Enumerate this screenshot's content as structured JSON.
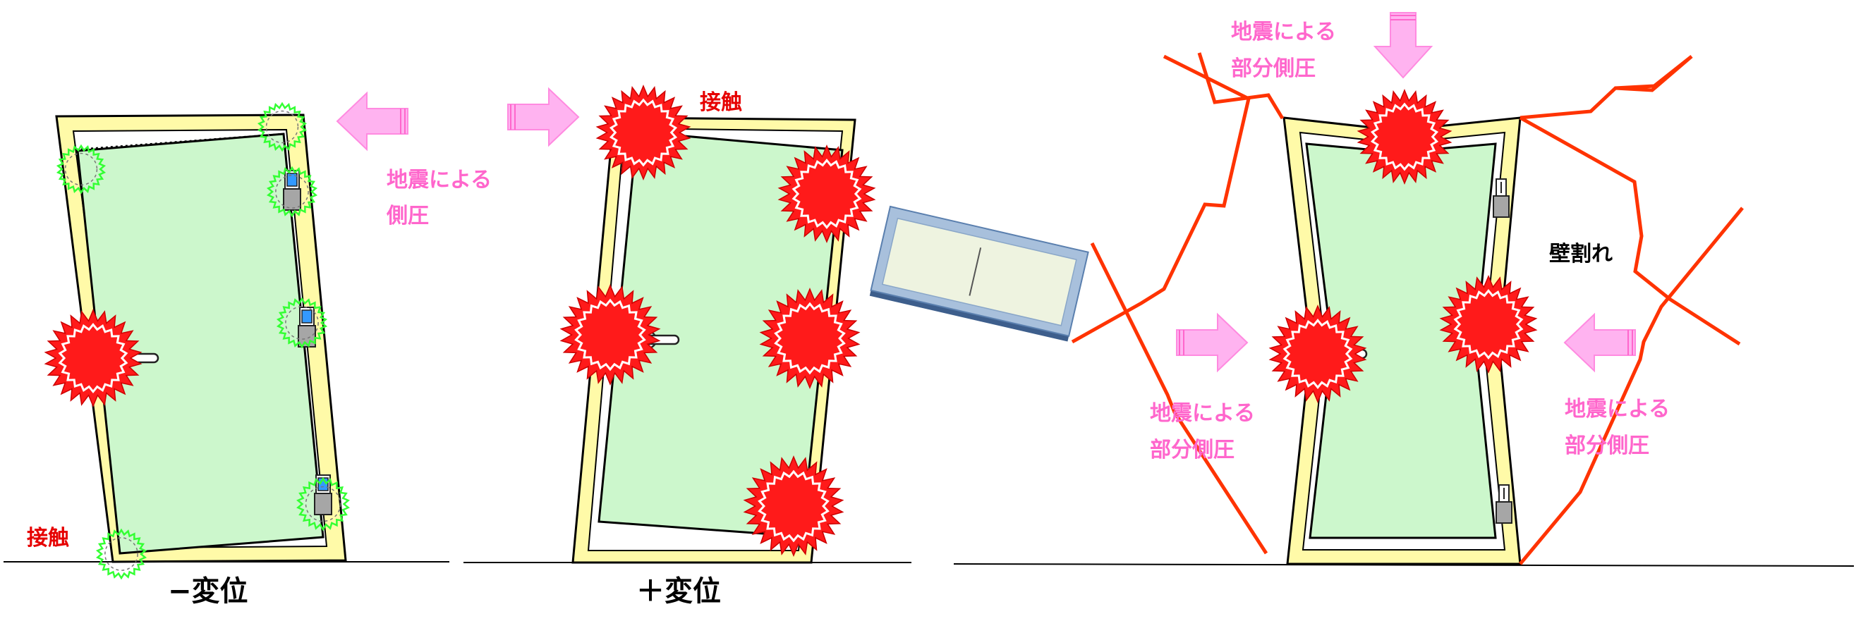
{
  "colors": {
    "frame": "#fffaa8",
    "door": "#ccf7cc",
    "contact_red": "#ff1a1a",
    "gap_green": "#33ff33",
    "arrow_pink": "#ffb3f0",
    "crack": "#ff3300",
    "label_pink": "#ff66cc",
    "label_red": "#e60000"
  },
  "diagram_a": {
    "pressure_label_line1": "地震による",
    "pressure_label_line2": "側圧",
    "contact_label": "接触",
    "caption": "−変位"
  },
  "diagram_b": {
    "contact_label": "接触",
    "caption": "＋変位"
  },
  "diagram_c": {
    "top_pressure_line1": "地震による",
    "top_pressure_line2": "部分側圧",
    "left_pressure_line1": "地震による",
    "left_pressure_line2": "部分側圧",
    "right_pressure_line1": "地震による",
    "right_pressure_line2": "部分側圧",
    "wall_crack_label": "壁割れ"
  },
  "icons": {
    "contact_burst": "red-starburst-icon",
    "gap_burst": "green-dashed-starburst-icon",
    "pressure_arrow": "pink-block-arrow-icon",
    "hinge": "door-hinge-icon",
    "handle": "door-handle-icon"
  }
}
